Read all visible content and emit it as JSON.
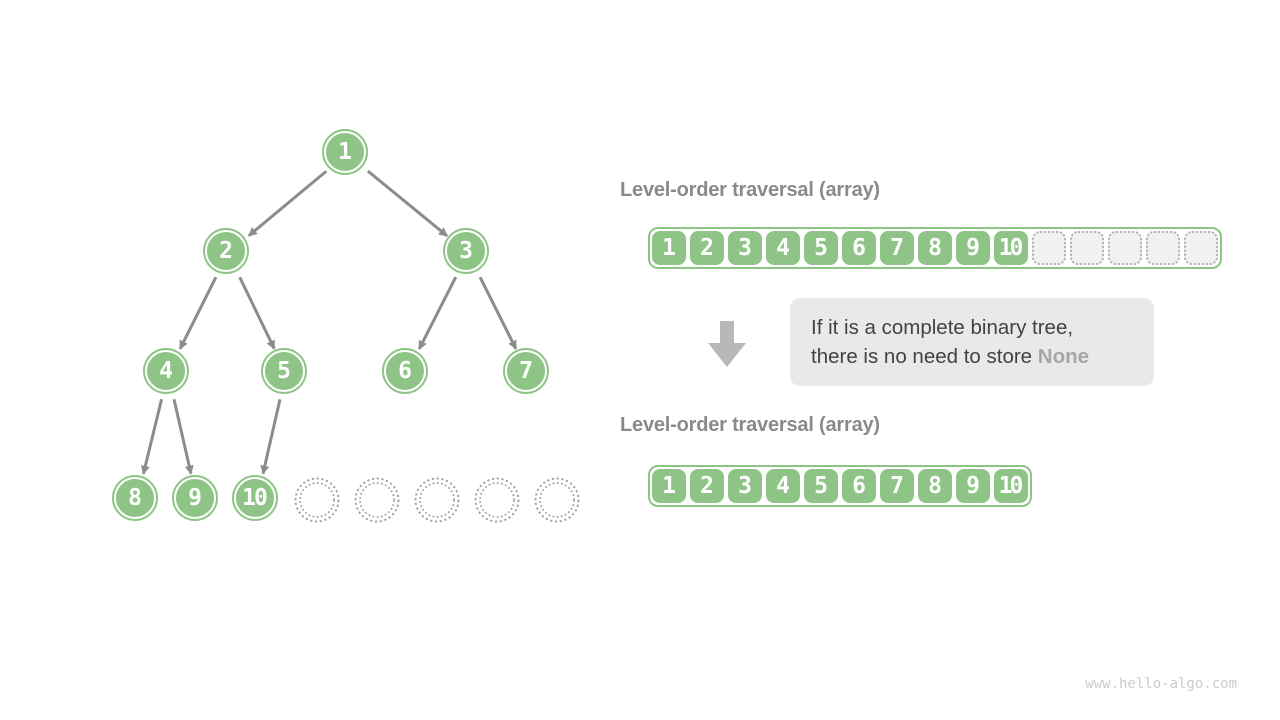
{
  "colors": {
    "node_green": "#8fc487",
    "edge_gray": "#8c8c8c",
    "empty_node_gray": "#9e9e9e",
    "heading_gray": "#8a8a8a",
    "note_bg": "#e9e9e9",
    "note_text": "#424242",
    "note_highlight": "#a6a6a6",
    "block_arrow_gray": "#b8b8b8",
    "watermark_gray": "#cccccc"
  },
  "tree": {
    "nodes": [
      {
        "id": 1,
        "value": "1"
      },
      {
        "id": 2,
        "value": "2"
      },
      {
        "id": 3,
        "value": "3"
      },
      {
        "id": 4,
        "value": "4"
      },
      {
        "id": 5,
        "value": "5"
      },
      {
        "id": 6,
        "value": "6"
      },
      {
        "id": 7,
        "value": "7"
      },
      {
        "id": 8,
        "value": "8"
      },
      {
        "id": 9,
        "value": "9"
      },
      {
        "id": 10,
        "value": "10"
      }
    ],
    "edges": [
      [
        1,
        2
      ],
      [
        1,
        3
      ],
      [
        2,
        4
      ],
      [
        2,
        5
      ],
      [
        3,
        6
      ],
      [
        3,
        7
      ],
      [
        4,
        8
      ],
      [
        4,
        9
      ],
      [
        5,
        10
      ]
    ],
    "empty_node_count": 5
  },
  "top_section": {
    "heading": "Level-order traversal (array)",
    "cells": [
      "1",
      "2",
      "3",
      "4",
      "5",
      "6",
      "7",
      "8",
      "9",
      "10"
    ],
    "empty_cell_count": 5
  },
  "note": {
    "line1": "If it is a complete binary tree,",
    "line2_prefix": "there is no need to store ",
    "line2_highlight": "None"
  },
  "bottom_section": {
    "heading": "Level-order traversal (array)",
    "cells": [
      "1",
      "2",
      "3",
      "4",
      "5",
      "6",
      "7",
      "8",
      "9",
      "10"
    ]
  },
  "watermark": "www.hello-algo.com"
}
